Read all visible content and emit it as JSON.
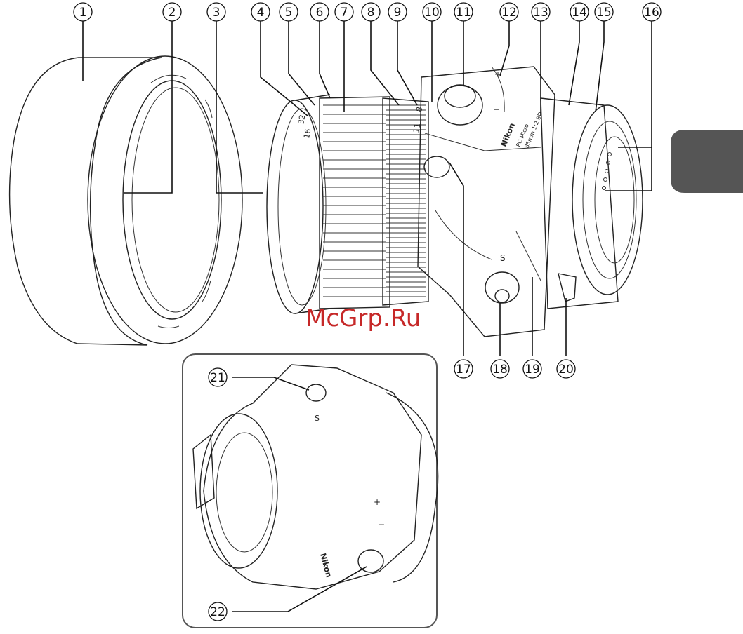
{
  "callouts": [
    {
      "label": "1"
    },
    {
      "label": "2"
    },
    {
      "label": "3"
    },
    {
      "label": "4"
    },
    {
      "label": "5"
    },
    {
      "label": "6"
    },
    {
      "label": "7"
    },
    {
      "label": "8"
    },
    {
      "label": "9"
    },
    {
      "label": "10"
    },
    {
      "label": "11"
    },
    {
      "label": "12"
    },
    {
      "label": "13"
    },
    {
      "label": "14"
    },
    {
      "label": "15"
    },
    {
      "label": "16"
    },
    {
      "label": "17"
    },
    {
      "label": "18"
    },
    {
      "label": "19"
    },
    {
      "label": "20"
    },
    {
      "label": "21"
    },
    {
      "label": "22"
    }
  ],
  "lens_text": {
    "brand": "Nikon",
    "model_line1": "PC Micro",
    "model_line2": "85mm 1:2.8D",
    "aperture_scale_a": "32",
    "aperture_scale_b": "16",
    "aperture_scale_c": "11",
    "aperture_scale_d": "8",
    "tilt_plus": "+",
    "tilt_minus": "−",
    "shift_label": "S",
    "inset_brand": "Nikon",
    "inset_shift": "S",
    "inset_plus": "+",
    "inset_minus": "−"
  },
  "watermark": "McGrp.Ru",
  "colors": {
    "tab": "#555555",
    "watermark": "#c62828"
  }
}
